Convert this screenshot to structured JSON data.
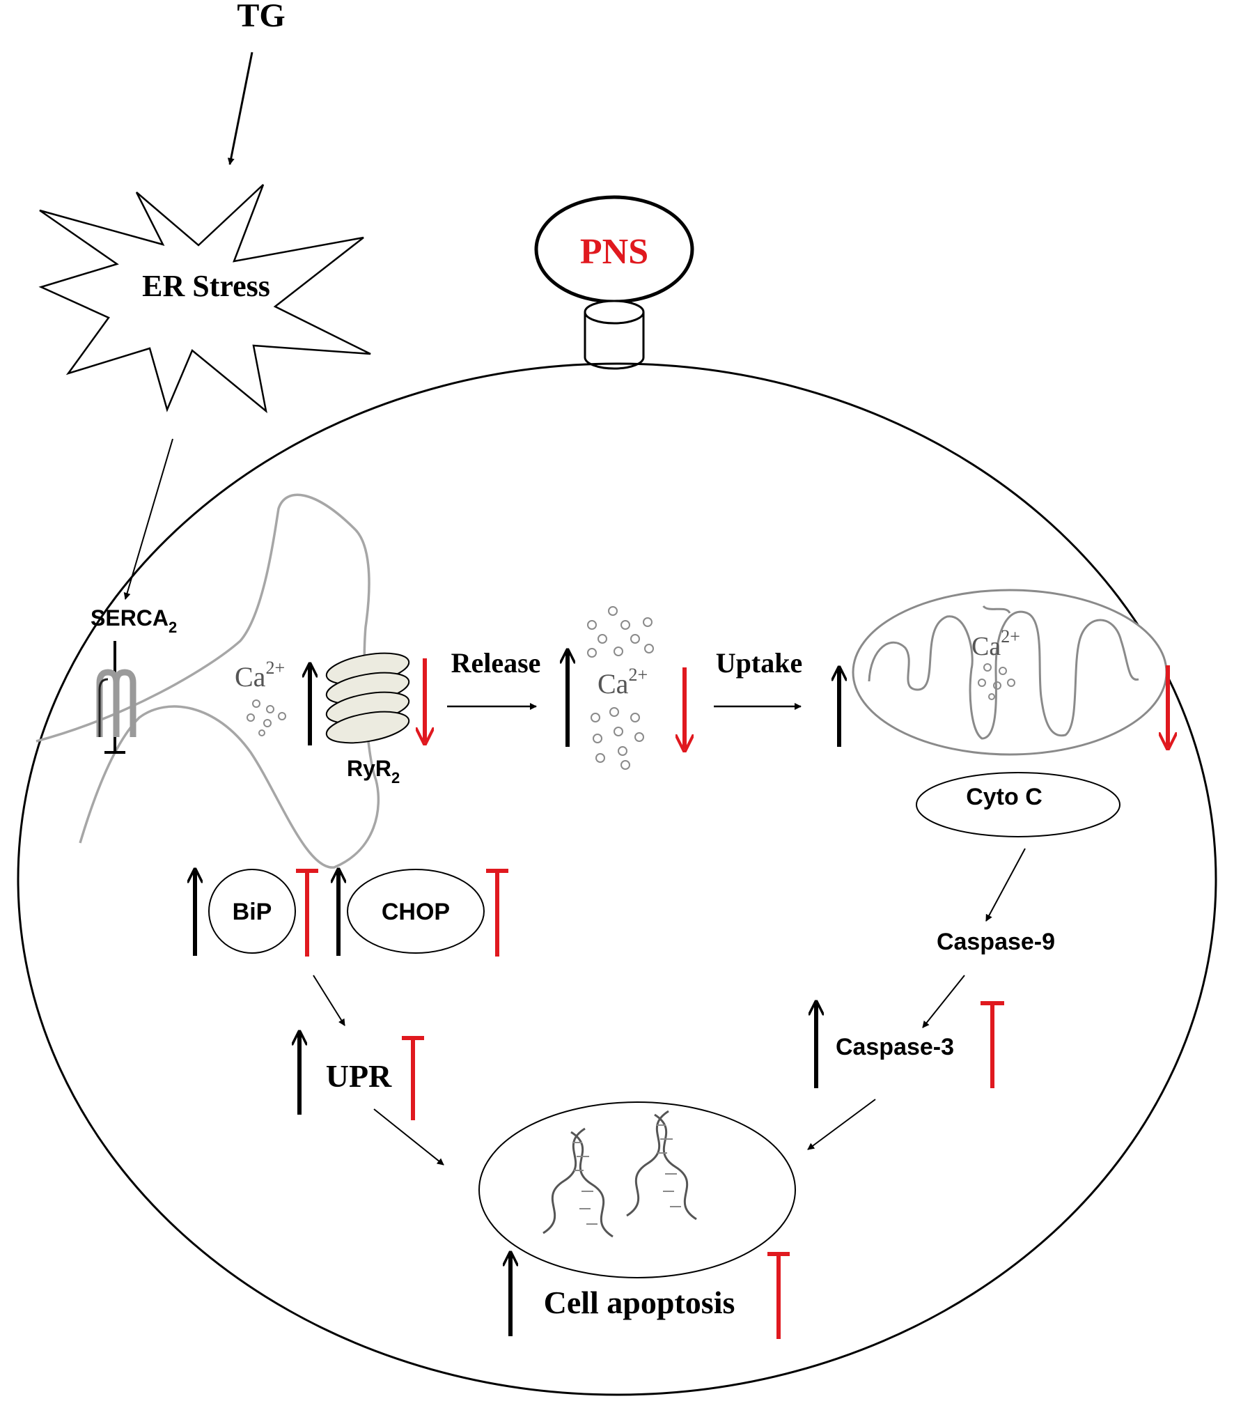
{
  "labels": {
    "tg": "TG",
    "er_stress": "ER Stress",
    "pns": "PNS",
    "serca": "SERCA",
    "serca_sub": "2",
    "ca_base": "Ca",
    "ca_sup": "2+",
    "ryr": "RyR",
    "ryr_sub": "2",
    "release": "Release",
    "uptake": "Uptake",
    "cyto_c": "Cyto C",
    "caspase9": "Caspase-9",
    "caspase3": "Caspase-3",
    "bip": "BiP",
    "chop": "CHOP",
    "upr": "UPR",
    "cell_apoptosis": "Cell apoptosis"
  },
  "colors": {
    "stroke": "#000000",
    "inhibit": "#e0191f",
    "pns_text": "#e0191f",
    "er_membrane": "#a6a6a6",
    "ryr_fill": "#ecebe0",
    "ca_dots": "#8a8a8a"
  }
}
